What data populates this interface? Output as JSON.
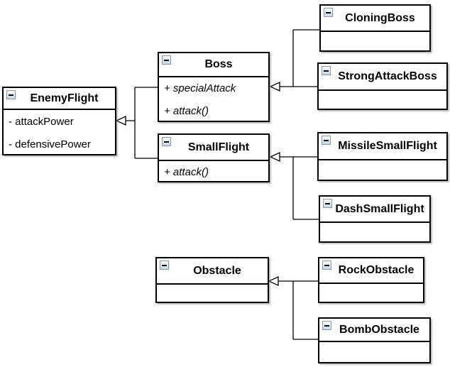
{
  "diagram_type": "uml-class-diagram",
  "colors": {
    "background": "#ffffff",
    "box_fill": "#ffffff",
    "box_border": "#000000",
    "line": "#000000",
    "arrowhead_fill": "#ffffff",
    "collapse_icon_border": "#8a99ac",
    "collapse_icon_fill_top": "#fdfdfd",
    "collapse_icon_fill_bottom": "#c5d6e8"
  },
  "icons": {
    "collapse": "minus-collapse-icon",
    "inheritance_arrow": "hollow-triangle-left"
  },
  "classes": [
    {
      "name": "EnemyFlight",
      "members": [
        "- attackPower",
        "- defensivePower"
      ]
    },
    {
      "name": "Boss",
      "members": [
        "+ specialAttack",
        "+ attack()"
      ]
    },
    {
      "name": "SmallFlight",
      "members": [
        "+ attack()"
      ]
    },
    {
      "name": "CloningBoss",
      "members": []
    },
    {
      "name": "StrongAttackBoss",
      "members": []
    },
    {
      "name": "MissileSmallFlight",
      "members": []
    },
    {
      "name": "DashSmallFlight",
      "members": []
    },
    {
      "name": "Obstacle",
      "members": []
    },
    {
      "name": "RockObstacle",
      "members": []
    },
    {
      "name": "BombObstacle",
      "members": []
    }
  ],
  "relationships": [
    {
      "from": "Boss",
      "to": "EnemyFlight",
      "type": "inheritance"
    },
    {
      "from": "SmallFlight",
      "to": "EnemyFlight",
      "type": "inheritance"
    },
    {
      "from": "CloningBoss",
      "to": "Boss",
      "type": "inheritance"
    },
    {
      "from": "StrongAttackBoss",
      "to": "Boss",
      "type": "inheritance"
    },
    {
      "from": "MissileSmallFlight",
      "to": "SmallFlight",
      "type": "inheritance"
    },
    {
      "from": "DashSmallFlight",
      "to": "SmallFlight",
      "type": "inheritance"
    },
    {
      "from": "RockObstacle",
      "to": "Obstacle",
      "type": "inheritance"
    },
    {
      "from": "BombObstacle",
      "to": "Obstacle",
      "type": "inheritance"
    }
  ]
}
